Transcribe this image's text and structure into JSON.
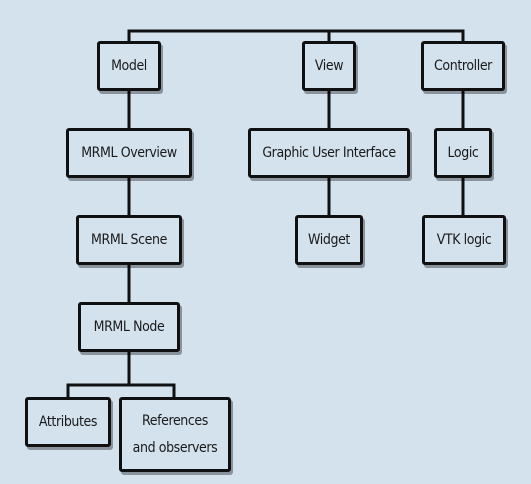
{
  "diagram": {
    "nodes": {
      "model": "Model",
      "view": "View",
      "controller": "Controller",
      "mrml_overview": "MRML Overview",
      "graphic_user_interface": "Graphic User Interface",
      "logic": "Logic",
      "mrml_scene": "MRML Scene",
      "widget": "Widget",
      "vtk_logic": "VTK logic",
      "mrml_node": "MRML Node",
      "attributes": "Attributes",
      "references_and_observers": "References\nand observers"
    },
    "colors": {
      "background": "#d4e2ee",
      "stroke": "#101010",
      "text": "#1a1a1a"
    }
  }
}
